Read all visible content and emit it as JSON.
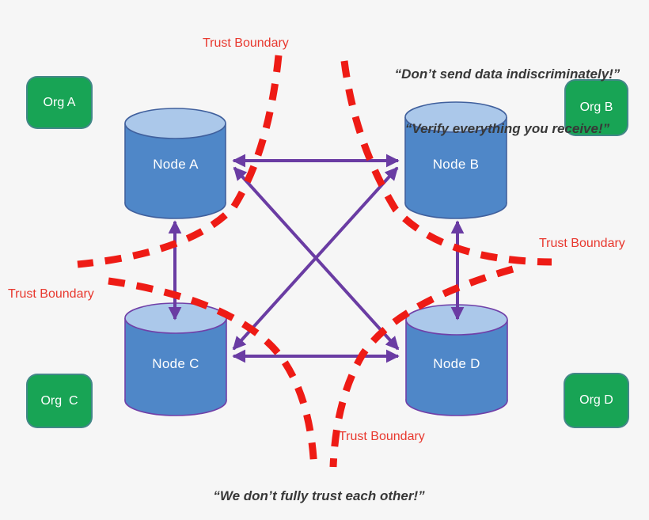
{
  "diagram": {
    "quotes": {
      "top_line1": "“Don’t send data indiscriminately!”",
      "top_line2": "“Verify everything you receive!”",
      "bottom": "“We don’t fully trust each other!”"
    },
    "trust_boundary_labels": {
      "top": "Trust Boundary",
      "right": "Trust Boundary",
      "left": "Trust Boundary",
      "bottom": "Trust Boundary"
    },
    "nodes": [
      {
        "id": "node-a",
        "label": "Node A"
      },
      {
        "id": "node-b",
        "label": "Node B"
      },
      {
        "id": "node-c",
        "label": "Node C"
      },
      {
        "id": "node-d",
        "label": "Node D"
      }
    ],
    "orgs": [
      {
        "id": "org-a",
        "label": "Org A"
      },
      {
        "id": "org-b",
        "label": "Org B"
      },
      {
        "id": "org-c",
        "label": "Org  C"
      },
      {
        "id": "org-d",
        "label": "Org D"
      }
    ],
    "connections": [
      "Node A ↔ Node B",
      "Node A ↔ Node C",
      "Node A ↔ Node D",
      "Node B ↔ Node C",
      "Node B ↔ Node D",
      "Node C ↔ Node D"
    ],
    "colors": {
      "trust_boundary_red": "#ee1b15",
      "trust_boundary_label_red": "#e8382e",
      "arrow_purple": "#6a3ca3",
      "node_body_blue": "#4f87c8",
      "node_lid_blue": "#abc8ea",
      "node_outline_top_row": "#40609d",
      "node_outline_bottom_row": "#7040a8",
      "org_green": "#18a455",
      "org_text": "#ffffff",
      "quote_text": "#383838",
      "background": "#f6f6f6"
    }
  }
}
